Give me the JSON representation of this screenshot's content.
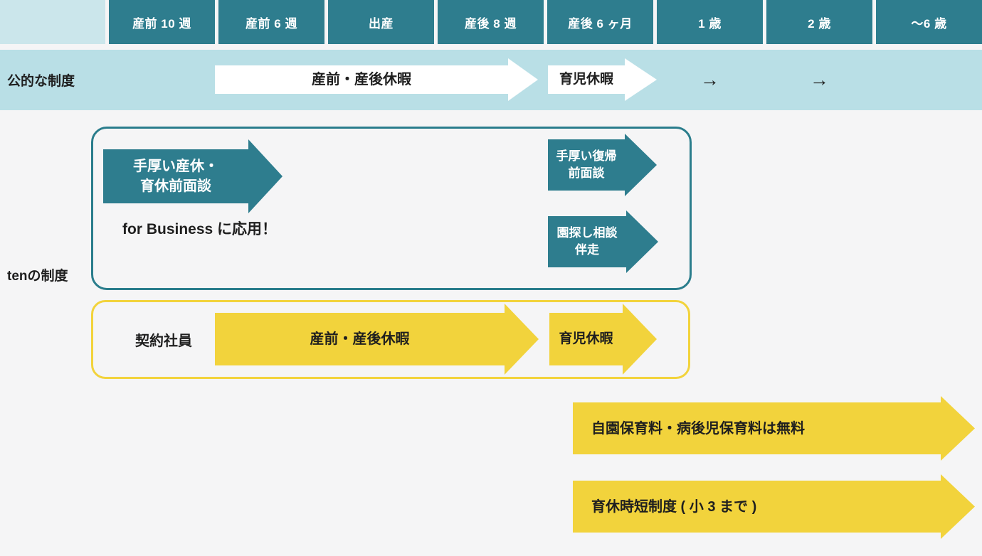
{
  "header": {
    "columns": [
      "産前 10 週",
      "産前 6 週",
      "出産",
      "産後 8 週",
      "産後 6 ヶ月",
      "1 歳",
      "2 歳",
      "～6 歳"
    ]
  },
  "public_system": {
    "row_label": "公的な制度",
    "maternity_arrow": "産前・産後休暇",
    "childcare_arrow": "育児休暇",
    "continuation_1": "→",
    "continuation_2": "→"
  },
  "ten_system": {
    "row_label": "tenの制度",
    "support_box": {
      "prenatal_arrow_line1": "手厚い産休・",
      "prenatal_arrow_line2": "育休前面談",
      "business_note": "for Business に応用！",
      "return_arrow_line1": "手厚い復帰",
      "return_arrow_line2": "前面談",
      "nursery_arrow_line1": "園探し相談",
      "nursery_arrow_line2": "伴走"
    },
    "contract_box": {
      "label": "契約社員",
      "maternity_arrow": "産前・産後休暇",
      "childcare_arrow": "育児休暇"
    },
    "benefit_arrow_1": "自園保育料・病後児保育料は無料",
    "benefit_arrow_2": "育休時短制度 ( 小 3 まで )"
  },
  "colors": {
    "teal": "#2E7D8E",
    "band_light_blue": "#B9DFE6",
    "header_pale_blue": "#CBE6EB",
    "yellow": "#F2D33C",
    "background": "#F5F5F6",
    "text_dark": "#1F1F1F",
    "arrow_white": "#FFFFFF"
  }
}
